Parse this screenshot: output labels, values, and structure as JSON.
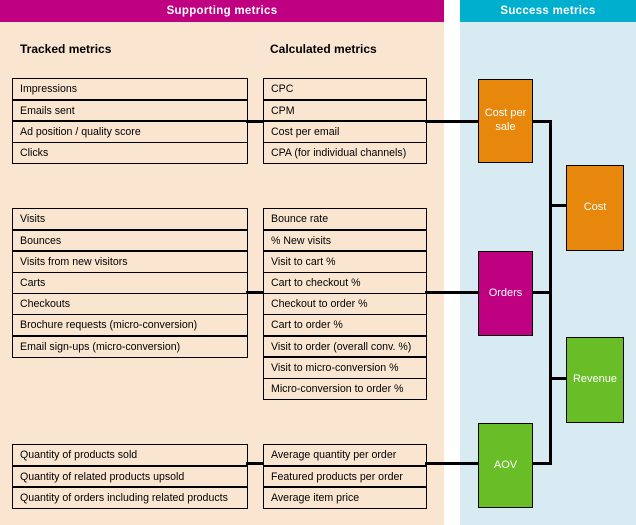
{
  "theme": {
    "supporting_header_bg": "#BF0080",
    "success_header_bg": "#00AECE",
    "supporting_panel_bg": "#FAE5D1",
    "success_panel_bg": "#D9EBF2",
    "connector_color": "#000000",
    "orange": "#E7870B",
    "magenta": "#BF0080",
    "green": "#69BE28"
  },
  "supporting": {
    "header": "Supporting metrics",
    "tracked_title": "Tracked metrics",
    "calculated_title": "Calculated metrics",
    "groups": [
      {
        "tracked": [
          "Impressions",
          "Emails sent",
          "Ad position / quality score",
          "Clicks"
        ],
        "calculated": [
          "CPC",
          "CPM",
          "Cost per email",
          "CPA (for individual channels)"
        ]
      },
      {
        "tracked": [
          "Visits",
          "Bounces",
          "Visits from new visitors",
          "Carts",
          "Checkouts",
          "Brochure requests (micro-conversion)",
          "Email sign-ups (micro-conversion)"
        ],
        "calculated": [
          "Bounce rate",
          "% New visits",
          "Visit to cart %",
          "Cart to checkout %",
          "Checkout to order %",
          "Cart to order %",
          "Visit to order (overall conv. %)",
          "Visit to micro-conversion %",
          "Micro-conversion to order %"
        ]
      },
      {
        "tracked": [
          "Quantity of products sold",
          "Quantity of related products upsold",
          "Quantity of orders including related products"
        ],
        "calculated": [
          "Average quantity per order",
          "Featured products per order",
          "Average item price"
        ]
      }
    ]
  },
  "success": {
    "header": "Success metrics",
    "boxes": [
      {
        "label": "Cost per sale",
        "color": "#E7870B"
      },
      {
        "label": "Cost",
        "color": "#E7870B"
      },
      {
        "label": "Orders",
        "color": "#BF0080"
      },
      {
        "label": "Revenue",
        "color": "#69BE28"
      },
      {
        "label": "AOV",
        "color": "#69BE28"
      }
    ]
  }
}
